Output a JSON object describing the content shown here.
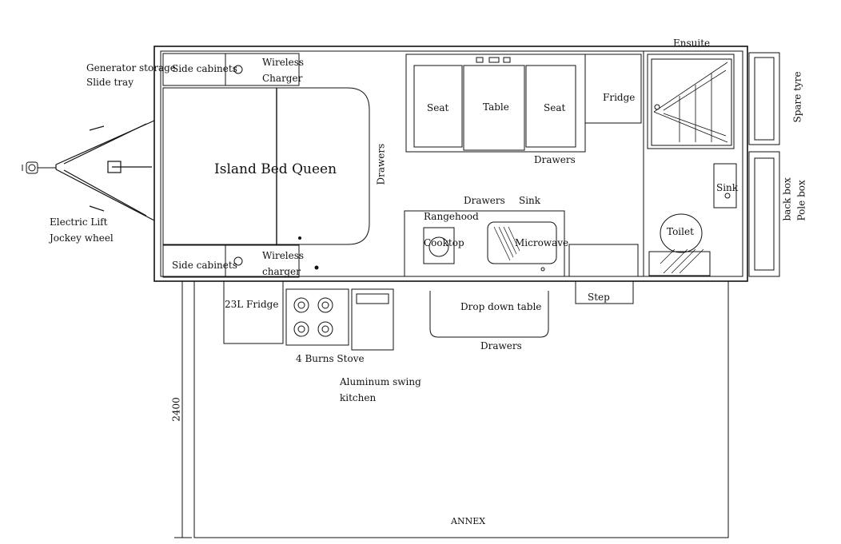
{
  "labels": {
    "generator_storage": "Generator storage",
    "slide_tray": "Slide tray",
    "side_cabinets_top": "Side cabinets",
    "wireless_top_1": "Wireless",
    "wireless_top_2": "Charger",
    "seat_left": "Seat",
    "table": "Table",
    "seat_right": "Seat",
    "fridge": "Fridge",
    "ensuite": "Ensuite",
    "spare_tyre": "Spare tyre",
    "island_bed": "Island Bed Queen",
    "drawers_vertical": "Drawers",
    "drawers_dinette": "Drawers",
    "drawers_kitchen": "Drawers",
    "sink_kitchen": "Sink",
    "sink_ensuite": "Sink",
    "back_box": "back box",
    "pole_box": "Pole box",
    "rangehood": "Rangehood",
    "cooktop": "Cooktop",
    "microwave": "Microwave",
    "toilet": "Toilet",
    "electric_lift": "Electric Lift",
    "jockey_wheel": "Jockey wheel",
    "side_cabinets_bottom": "Side cabinets",
    "wireless_bottom_1": "Wireless",
    "wireless_bottom_2": "charger",
    "fridge_23l": "23L Fridge",
    "drop_down_table": "Drop down table",
    "step": "Step",
    "drawers_outdoor": "Drawers",
    "stove": "4 Burns Stove",
    "swing_kitchen_1": "Aluminum swing",
    "swing_kitchen_2": "kitchen",
    "dimension": "2400",
    "annex": "ANNEX"
  }
}
